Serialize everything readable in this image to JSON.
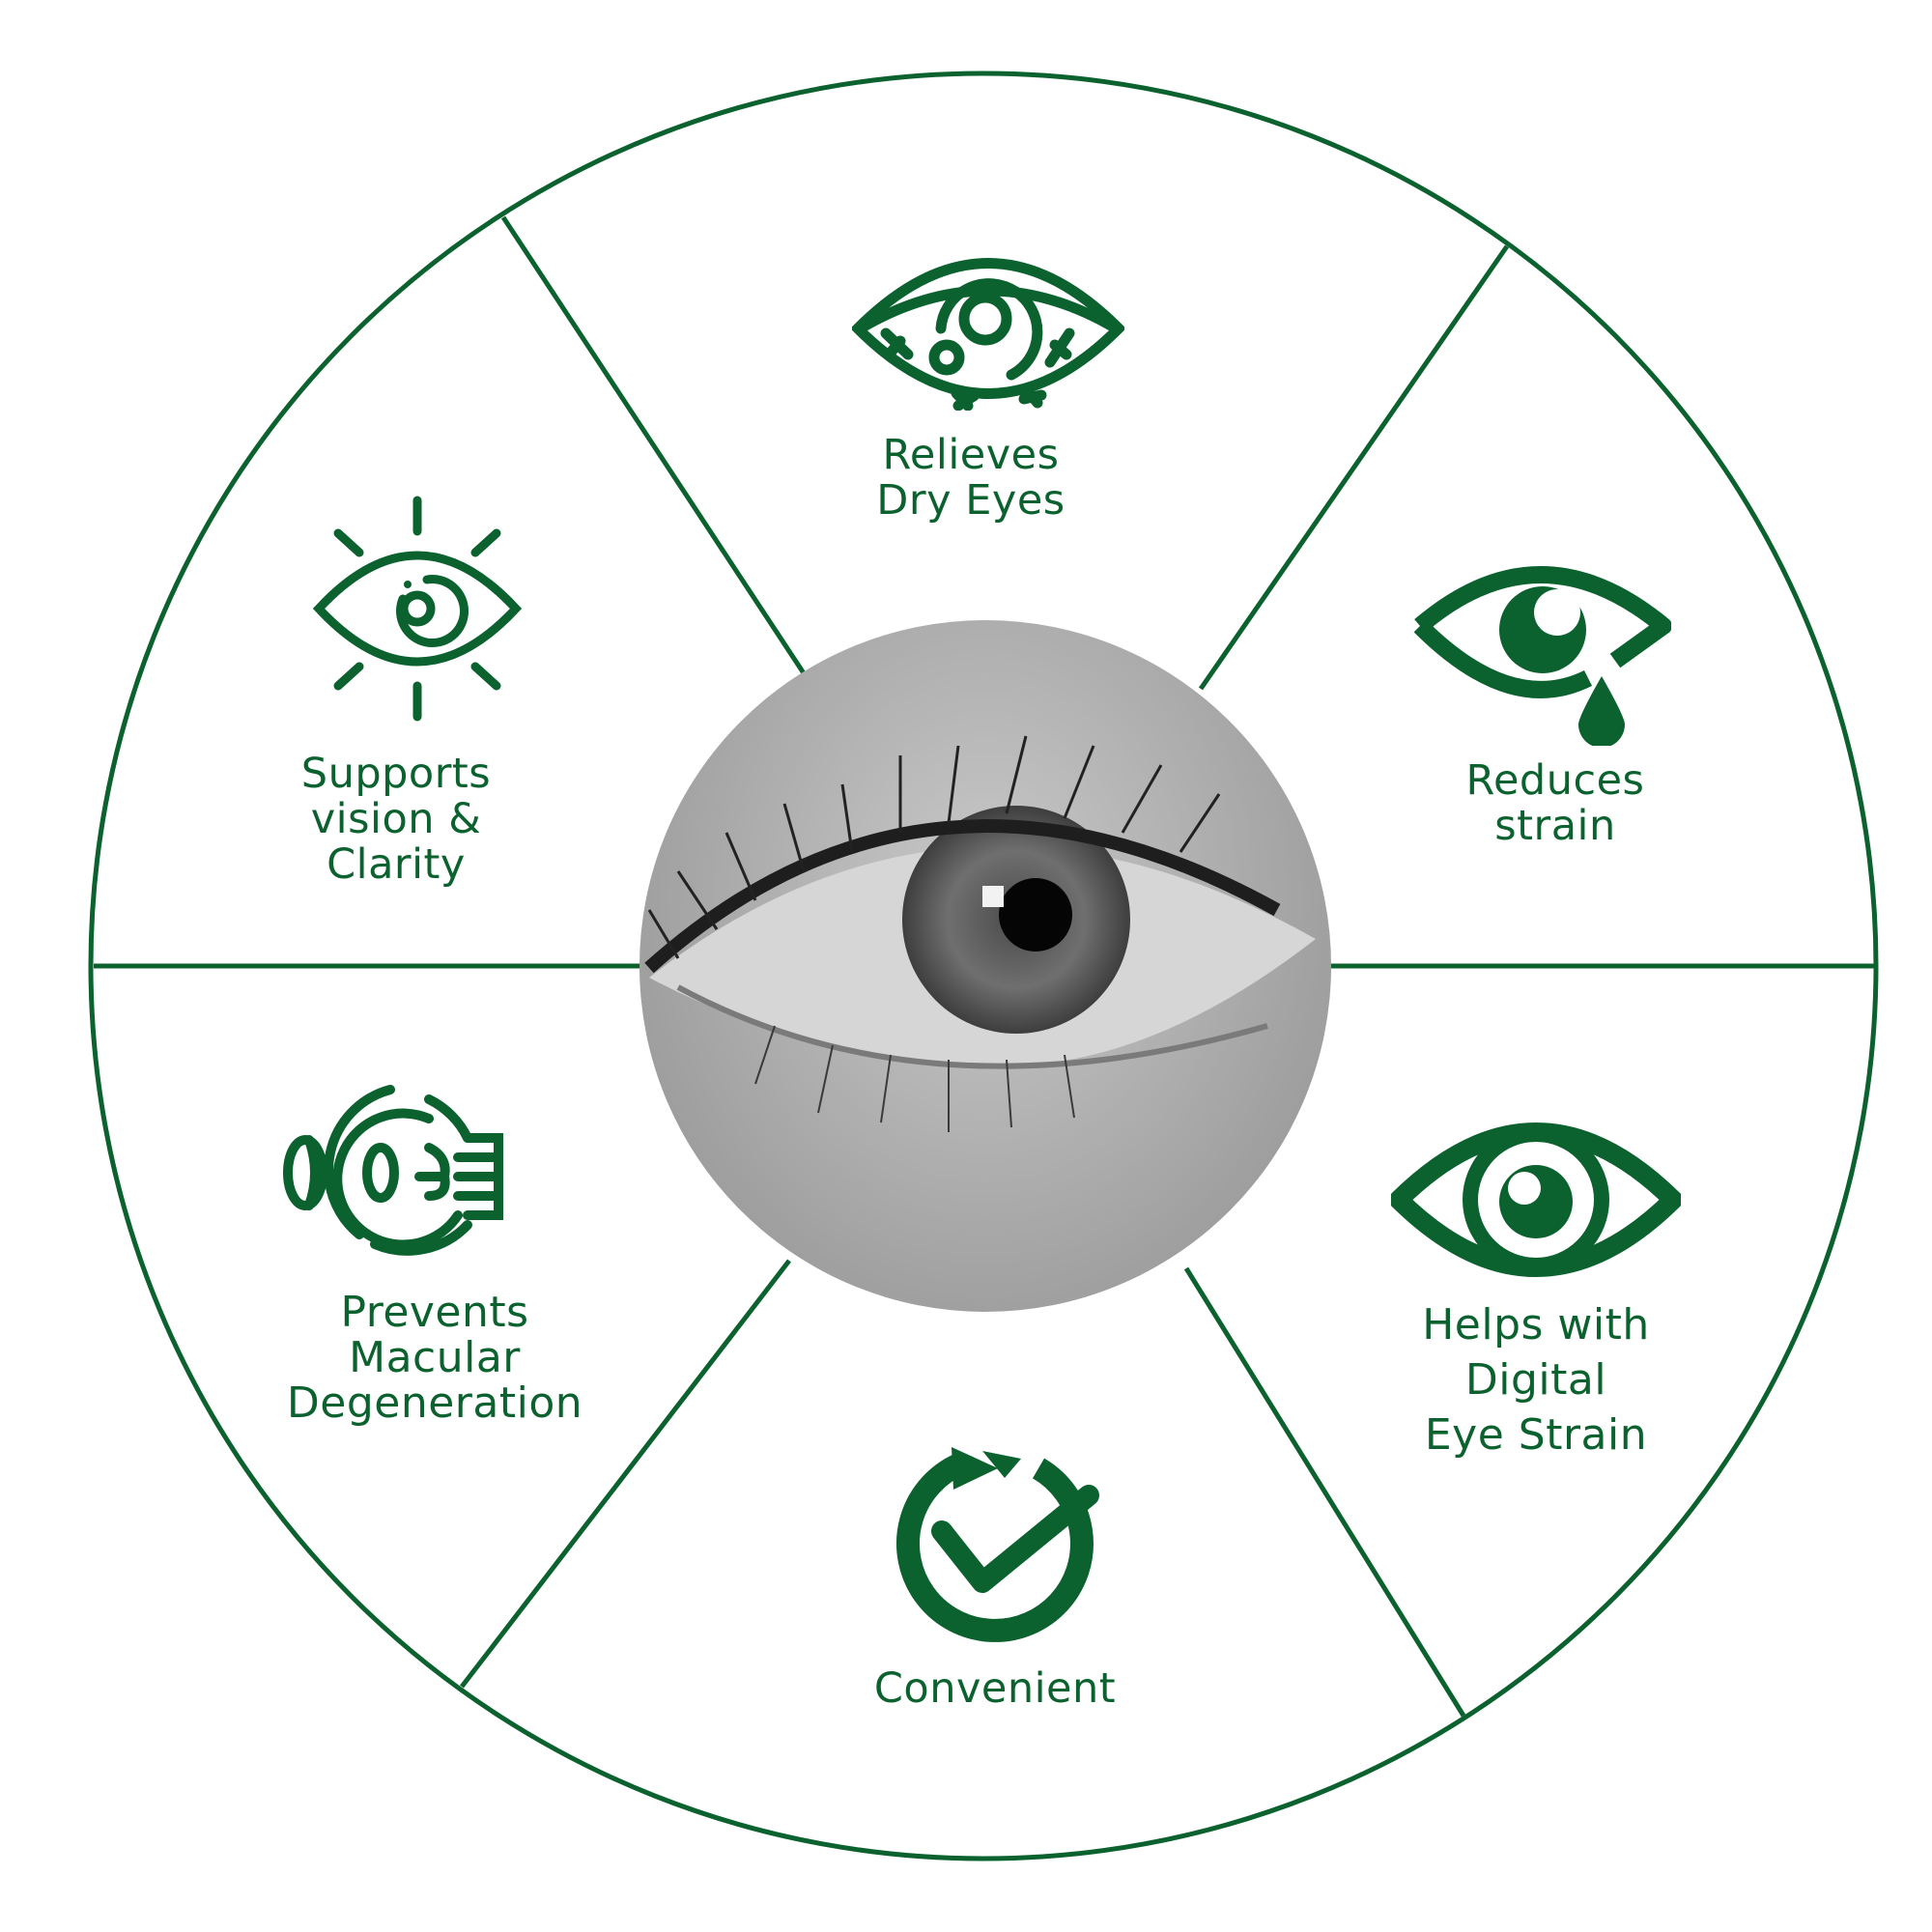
{
  "colors": {
    "brand_green": "#0b622e",
    "background": "#ffffff"
  },
  "center_image": {
    "description": "black-and-white close-up photo of a human eye"
  },
  "segments": [
    {
      "id": "dry-eyes",
      "icon": "dry-eye-icon",
      "label": "Relieves\nDry Eyes"
    },
    {
      "id": "reduces-strain",
      "icon": "tear-eye-icon",
      "label": "Reduces\nstrain"
    },
    {
      "id": "digital-strain",
      "icon": "eye-icon",
      "label": "Helps with\nDigital\nEye Strain"
    },
    {
      "id": "convenient",
      "icon": "refresh-check-icon",
      "label": "Convenient"
    },
    {
      "id": "macular",
      "icon": "eyeball-anatomy-icon",
      "label": "Prevents\nMacular\nDegeneration"
    },
    {
      "id": "vision-clarity",
      "icon": "radiant-eye-icon",
      "label": "Supports\nvision &\nClarity"
    }
  ]
}
